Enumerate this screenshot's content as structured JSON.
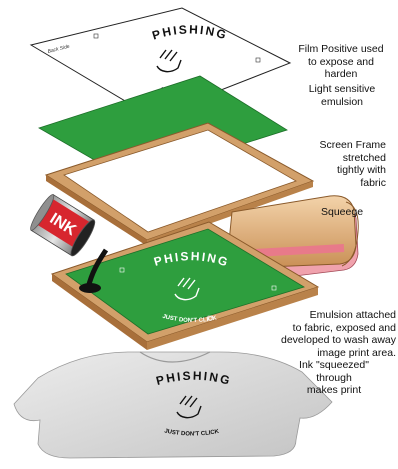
{
  "design": {
    "word": "PHISHING",
    "tagline": "JUST DON'T CLICK",
    "film_corner_text": "Back Side"
  },
  "labels": {
    "film": "Film Positive used\nto expose and\nharden",
    "emulsion": "Light sensitive\nemulsion",
    "frame": "Screen Frame\nstretched\ntightly with\nfabric",
    "squeegee": "Squeege",
    "attached": "Emulsion attached\nto fabric, exposed and\ndeveloped to wash away\nimage print area.",
    "ink": "Ink \"squeezed\"\nthrough\nmakes print"
  },
  "can_text": "INK",
  "colors": {
    "emulsion_green": "#2e9e3e",
    "frame_wood": "#d2a06a",
    "squeegee_rubber": "#e87a8a",
    "ink_black": "#111111",
    "can_red": "#d7262e",
    "shirt_gray": "#dedede"
  }
}
